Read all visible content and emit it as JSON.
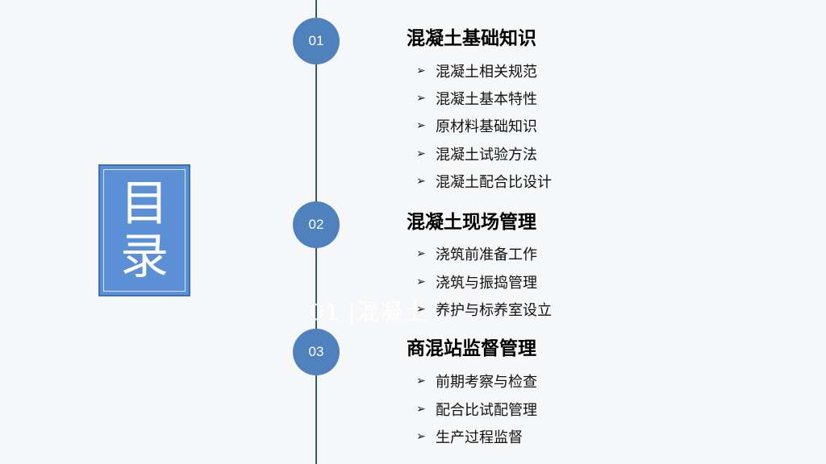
{
  "title": {
    "char1": "目",
    "char2": "录"
  },
  "ghost_text": "01  |混凝土",
  "sections": [
    {
      "number": "01",
      "title": "混凝土基础知识",
      "items": [
        "混凝土相关规范",
        "混凝土基本特性",
        "原材料基础知识",
        "混凝土试验方法",
        "混凝土配合比设计"
      ]
    },
    {
      "number": "02",
      "title": "混凝土现场管理",
      "items": [
        "浇筑前准备工作",
        "浇筑与振捣管理",
        "养护与标养室设立"
      ]
    },
    {
      "number": "03",
      "title": "商混站监督管理",
      "items": [
        "前期考察与检查",
        "配合比试配管理",
        "生产过程监督"
      ]
    }
  ],
  "icons": {
    "bullet": "➢"
  },
  "colors": {
    "background": "#f6f7f9",
    "accent": "#4f81bd",
    "title_box": "#5b8fd6",
    "timeline": "#2f5d57"
  }
}
